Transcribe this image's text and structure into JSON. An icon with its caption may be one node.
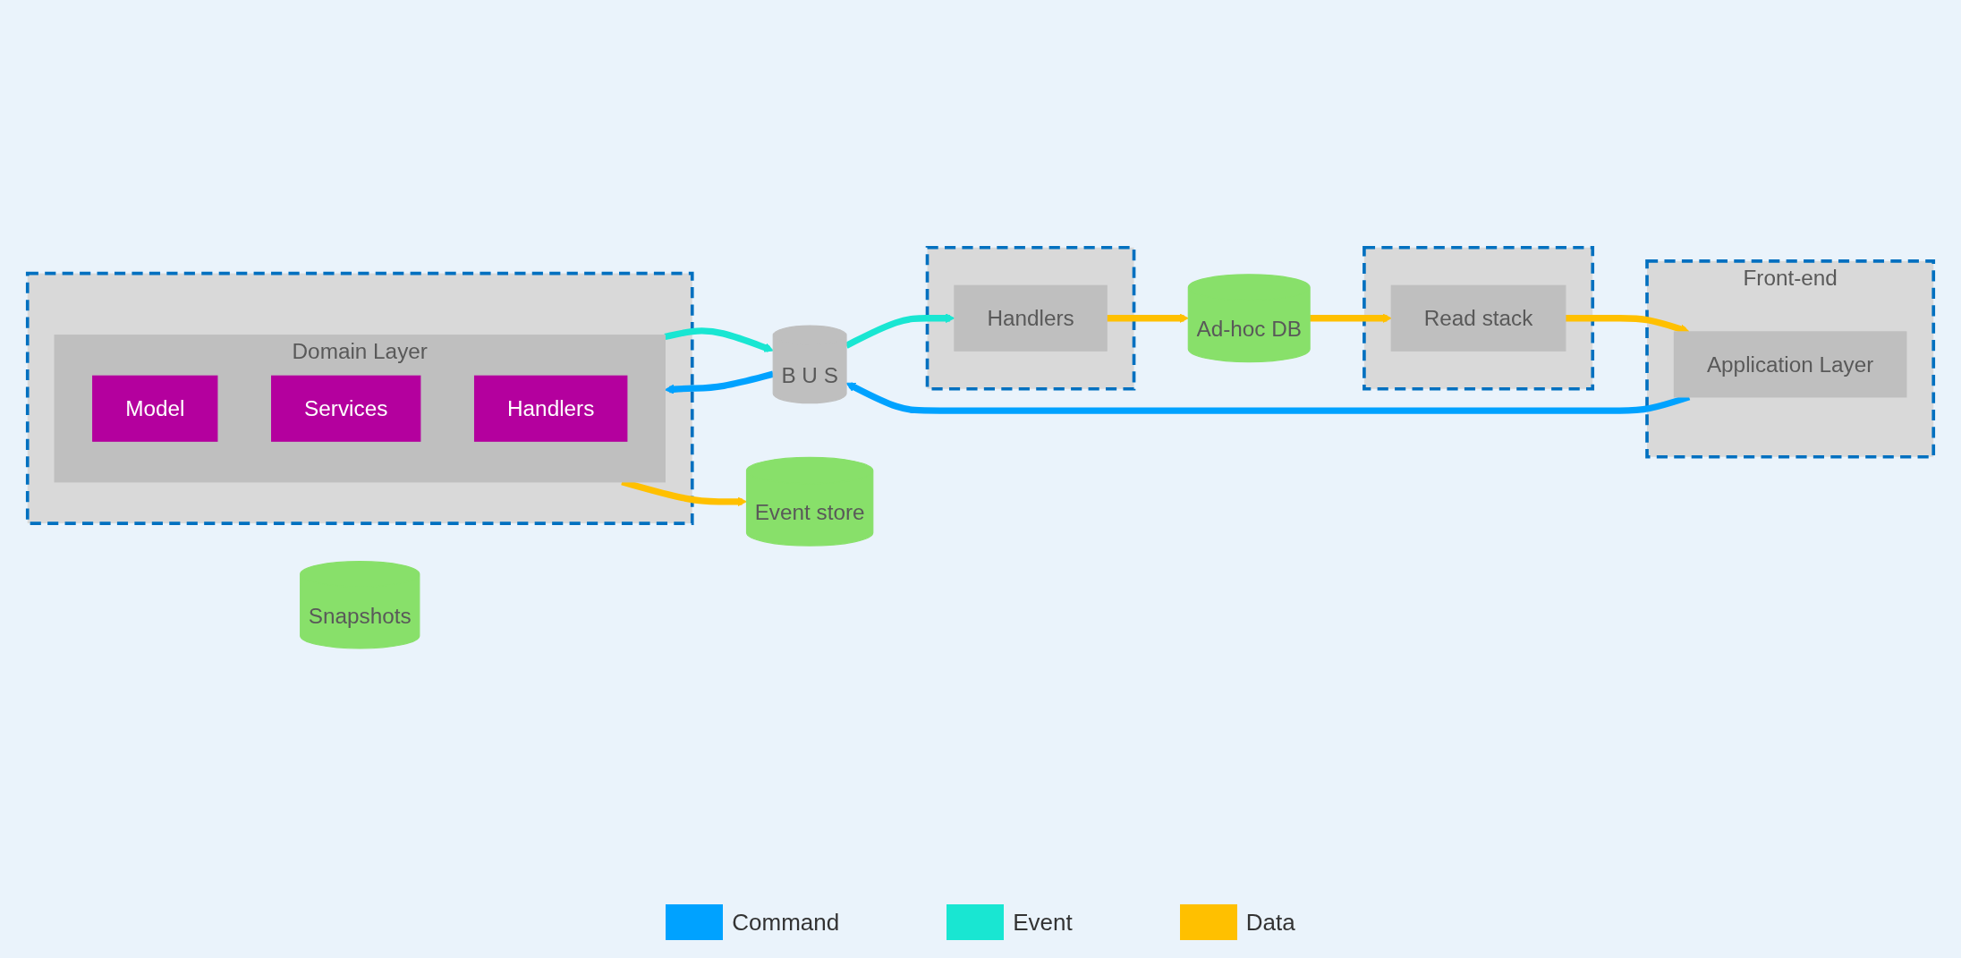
{
  "diagram": {
    "nodes": [
      {
        "text": [
          "Front-end"
        ]
      },
      {
        "text": [
          "Application Layer"
        ],
        "in": 0
      },
      {
        "text": [
          "B U S"
        ]
      },
      {
        "text": [],
        "shape": "box"
      },
      {
        "text": [
          "Domain Layer"
        ],
        "in": 3
      },
      {
        "text": [
          "Model"
        ],
        "in": 4
      },
      {
        "text": [
          "Services"
        ],
        "in": 4
      },
      {
        "text": [
          "Handlers"
        ],
        "in": 4
      },
      {
        "text": [],
        "shape": "box"
      },
      {
        "text": [
          "Handlers"
        ],
        "in": 8
      },
      {
        "text": [],
        "shape": "box"
      },
      {
        "text": [
          "Read stack"
        ],
        "in": 10
      },
      {
        "text": [
          "Snapshots"
        ]
      },
      {
        "text": [
          "Event store"
        ]
      },
      {
        "text": [
          "Ad-hoc DB"
        ]
      }
    ],
    "edges": [
      {
        "from": 1,
        "to": 2,
        "arrow": "to",
        "color": "#00a2ff"
      },
      {
        "from": 2,
        "to": 4,
        "arrow": "to",
        "color": "#00a2ff"
      },
      {
        "from": 4,
        "to": 2,
        "arrow": "to",
        "color": "#19e6d2"
      },
      {
        "from": 2,
        "to": 9,
        "arrow": "to",
        "color": "#19e6d2"
      },
      {
        "from": 4,
        "to": 13,
        "arrow": "to"
      },
      {
        "from": 9,
        "to": 14,
        "arrow": "to"
      },
      {
        "from": 14,
        "to": 11,
        "arrow": "to"
      },
      {
        "from": 11,
        "to": 1,
        "arrow": "to"
      }
    ],
    "legend": [
      {
        "text": "Command",
        "color": "#00a2ff"
      },
      {
        "text": "Event",
        "color": "#19e6d2"
      },
      {
        "text": "Data",
        "color": "#ffc000"
      }
    ]
  }
}
